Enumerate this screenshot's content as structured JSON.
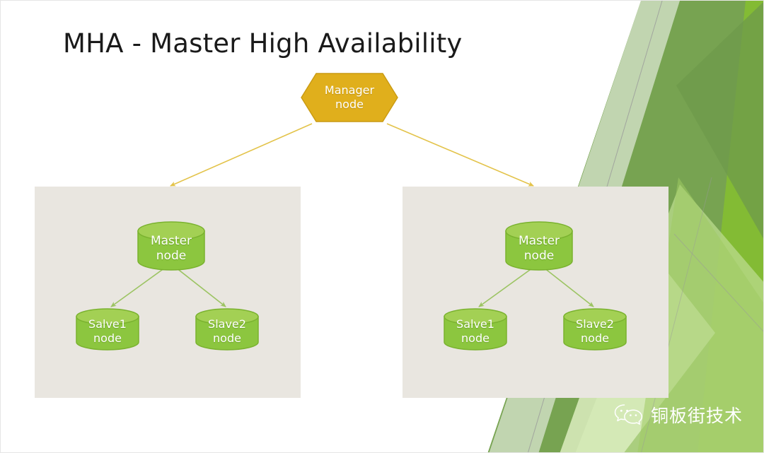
{
  "slide": {
    "title": "MHA - Master High Availability",
    "background_color": "#ffffff",
    "border_color": "#e6e6e6"
  },
  "manager": {
    "shape": "hexagon",
    "label_line1": "Manager",
    "label_line2": "node",
    "fill_color": "#E0AF1C",
    "stroke_color": "#C99A12",
    "text_color": "#ffffff"
  },
  "groups": [
    {
      "id": "left",
      "name": "datacenter-group-left",
      "background_color": "#e9e6e0",
      "master": {
        "label_line1": "Master",
        "label_line2": "node"
      },
      "slaves": [
        {
          "label_line1": "Salve1",
          "label_line2": "node"
        },
        {
          "label_line1": "Slave2",
          "label_line2": "node"
        }
      ]
    },
    {
      "id": "right",
      "name": "datacenter-group-right",
      "background_color": "#e9e6e0",
      "master": {
        "label_line1": "Master",
        "label_line2": "node"
      },
      "slaves": [
        {
          "label_line1": "Salve1",
          "label_line2": "node"
        },
        {
          "label_line1": "Slave2",
          "label_line2": "node"
        }
      ]
    }
  ],
  "node_style": {
    "cylinder_fill": "#8CC63F",
    "cylinder_top_fill": "#A3D054",
    "cylinder_stroke": "#7AB22F",
    "text_color": "#ffffff"
  },
  "connectors": {
    "manager_arrow_color": "#E3C34A",
    "replication_arrow_color": "#9CC463"
  },
  "decor": {
    "green_dark": "#6E9A4B",
    "green_mid": "#77A351",
    "green_lime": "#83BB34",
    "green_pale": "#CFE3A8",
    "green_tint": "#E4F0CE",
    "line_color": "#9a9a9a"
  },
  "watermark": {
    "icon": "wechat-icon",
    "text": "铜板街技术",
    "color": "#ffffff"
  }
}
